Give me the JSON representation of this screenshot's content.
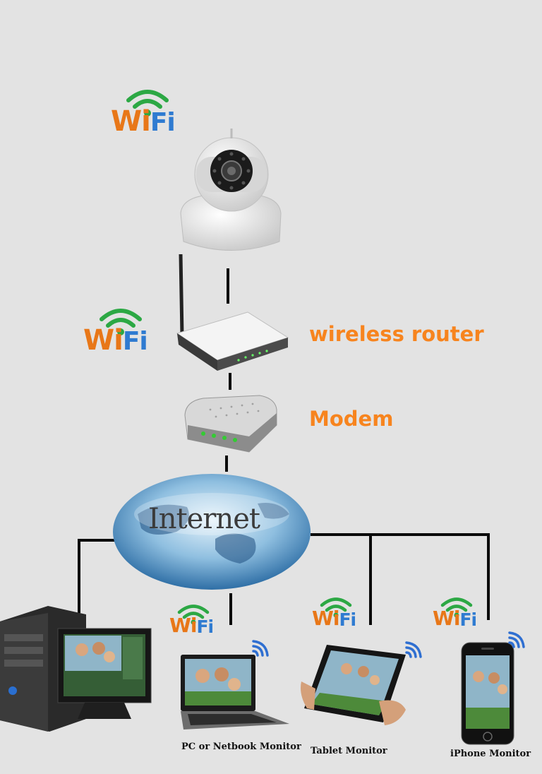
{
  "wifi_logo": {
    "wi": "Wi",
    "fi": "Fi"
  },
  "labels": {
    "router": "wireless router",
    "modem": "Modem",
    "internet": "Internet"
  },
  "captions": {
    "laptop": "PC or Netbook Monitor",
    "tablet": "Tablet Monitor",
    "iphone": "iPhone Monitor"
  },
  "colors": {
    "label_orange": "#f7841e",
    "wifi_green": "#2ca844",
    "wifi_orange": "#e87718",
    "wifi_blue": "#2f7bd1",
    "signal_blue": "#2f6fd1"
  }
}
